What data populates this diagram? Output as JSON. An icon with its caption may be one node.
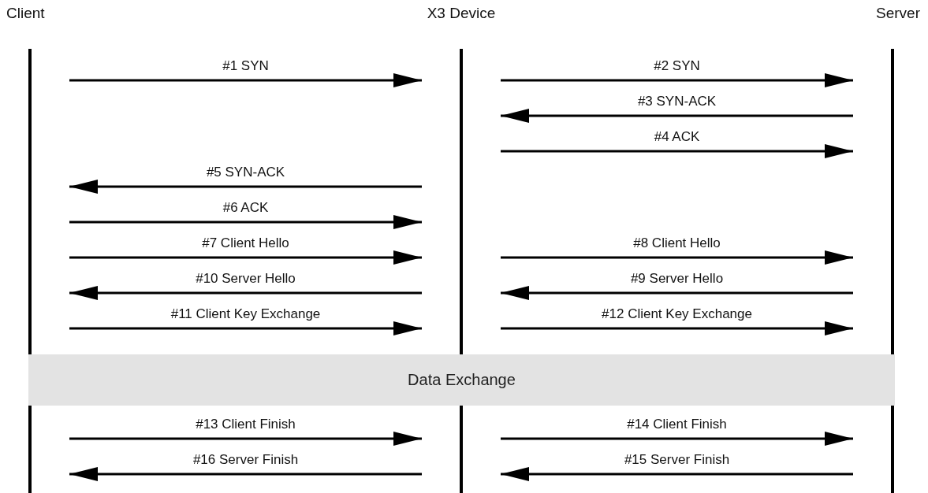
{
  "diagram": {
    "nodes": [
      {
        "text": [
          "Client"
        ]
      },
      {
        "text": [
          "X3 Device"
        ]
      },
      {
        "text": [
          "Server"
        ]
      },
      {
        "text": [
          "Data Exchange"
        ]
      },
      {
        "text": [],
        "shape": "bar"
      },
      {
        "text": [],
        "shape": "bar"
      },
      {
        "text": [],
        "shape": "bar"
      }
    ],
    "edges": [
      {
        "from": 0,
        "to": 1,
        "arrow": "to",
        "label": "#1 SYN"
      },
      {
        "from": 1,
        "to": 2,
        "arrow": "to",
        "label": "#2 SYN"
      },
      {
        "from": 2,
        "to": 1,
        "arrow": "to",
        "label": "#3 SYN-ACK"
      },
      {
        "from": 1,
        "to": 2,
        "arrow": "to",
        "label": "#4 ACK"
      },
      {
        "from": 1,
        "to": 0,
        "arrow": "to",
        "label": "#5 SYN-ACK"
      },
      {
        "from": 0,
        "to": 1,
        "arrow": "to",
        "label": "#6 ACK"
      },
      {
        "from": 0,
        "to": 1,
        "arrow": "to",
        "label": "#7 Client Hello"
      },
      {
        "from": 1,
        "to": 2,
        "arrow": "to",
        "label": "#8 Client Hello"
      },
      {
        "from": 2,
        "to": 1,
        "arrow": "to",
        "label": "#9 Server Hello"
      },
      {
        "from": 1,
        "to": 0,
        "arrow": "to",
        "label": "#10 Server Hello"
      },
      {
        "from": 0,
        "to": 1,
        "arrow": "to",
        "label": "#11 Client Key Exchange"
      },
      {
        "from": 1,
        "to": 2,
        "arrow": "to",
        "label": "#12 Client Key Exchange"
      },
      {
        "from": 4,
        "to": 5,
        "arrow": "to",
        "label": "#13 Client Finish"
      },
      {
        "from": 5,
        "to": 6,
        "arrow": "to",
        "label": "#14 Client Finish"
      },
      {
        "from": 6,
        "to": 5,
        "arrow": "to",
        "label": "#15 Server Finish"
      },
      {
        "from": 5,
        "to": 4,
        "arrow": "to",
        "label": "#16 Server Finish"
      }
    ]
  }
}
